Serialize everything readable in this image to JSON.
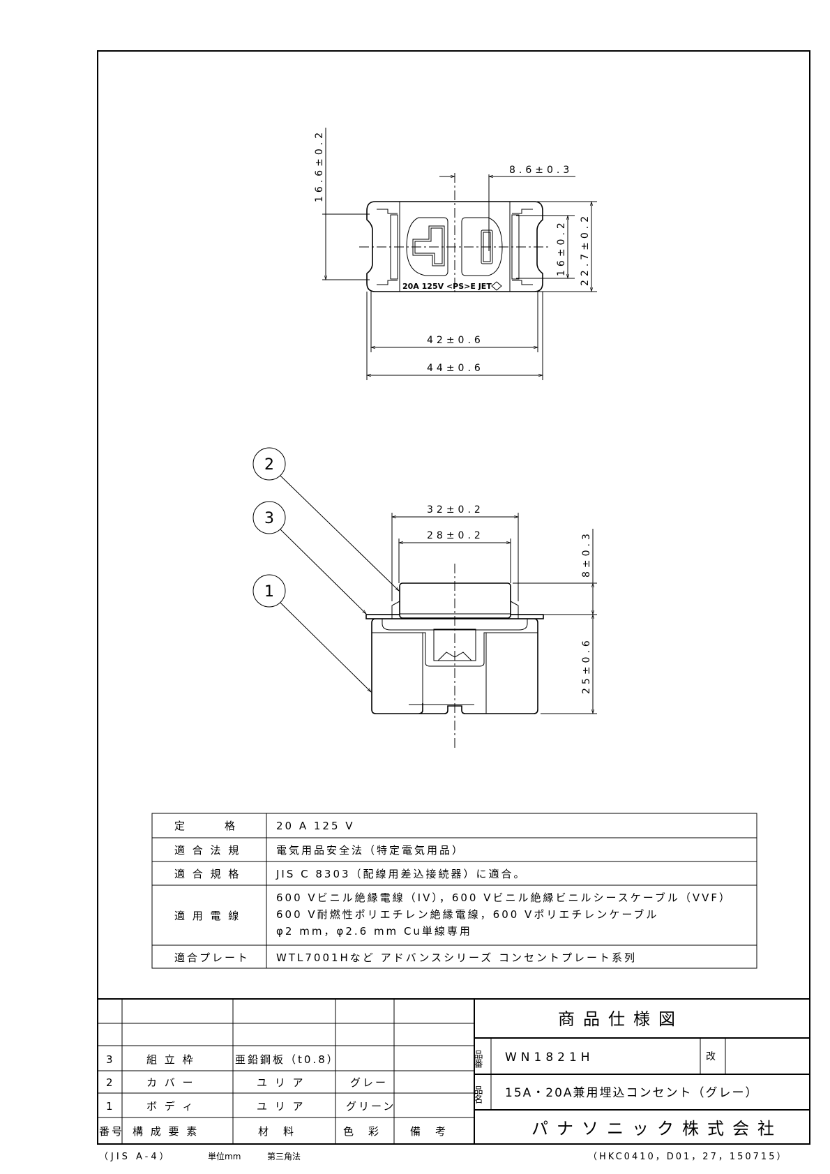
{
  "drawing": {
    "front_view": {
      "marking": "20A 125V <PS>E JET",
      "dims": {
        "height_offset": "16.6±0.2",
        "pin_offset": "8.6±0.3",
        "inner_height": "16±0.2",
        "outer_height": "22.7±0.2",
        "inner_width": "42±0.6",
        "outer_width": "44±0.6"
      }
    },
    "side_view": {
      "balloons": [
        "2",
        "3",
        "1"
      ],
      "dims": {
        "cover_outer": "32±0.2",
        "cover_inner": "28±0.2",
        "cover_height": "8±0.3",
        "body_height": "25±0.6"
      }
    }
  },
  "spec_table": [
    {
      "label": "定　　　格",
      "value": [
        "20 A 125 V"
      ]
    },
    {
      "label": "適 合 法 規",
      "value": [
        "電気用品安全法（特定電気用品）"
      ]
    },
    {
      "label": "適 合 規 格",
      "value": [
        "JIS C 8303（配線用差込接続器）に適合。"
      ]
    },
    {
      "label": "適 用 電 線",
      "value": [
        "600 Vビニル絶縁電線（IV），600 Vビニル絶縁ビニルシースケーブル（VVF）",
        "600 V耐燃性ポリエチレン絶縁電線，600 Vポリエチレンケーブル",
        "φ2 mm，φ2.6 mm Cu単線専用"
      ]
    },
    {
      "label": "適合プレート",
      "value": [
        "WTL7001Hなど アドバンスシリーズ コンセントプレート系列"
      ]
    }
  ],
  "parts_table": {
    "header": [
      "番号",
      "構 成 要 素",
      "材　料",
      "色　彩",
      "備　考"
    ],
    "rows": [
      [
        "3",
        "組 立 枠",
        "亜鉛鋼板（t0.8）",
        "",
        ""
      ],
      [
        "2",
        "カ バ ー",
        "ユ リ ア",
        "グレー",
        ""
      ],
      [
        "1",
        "ボ デ ィ",
        "ユ リ ア",
        "グリーン",
        ""
      ]
    ]
  },
  "title_block": {
    "title": "商品仕様図",
    "part_no_label": "品番",
    "part_no": "WN1821H",
    "revision_label": "改",
    "name_label": "品名",
    "name": "15A・20A兼用埋込コンセント（グレー）",
    "company": "パナソニック株式会社"
  },
  "footer": {
    "paper": "（JIS A-4）",
    "unit": "単位mm",
    "projection": "第三角法",
    "code": "（HKC0410，D01，27，150715）"
  }
}
